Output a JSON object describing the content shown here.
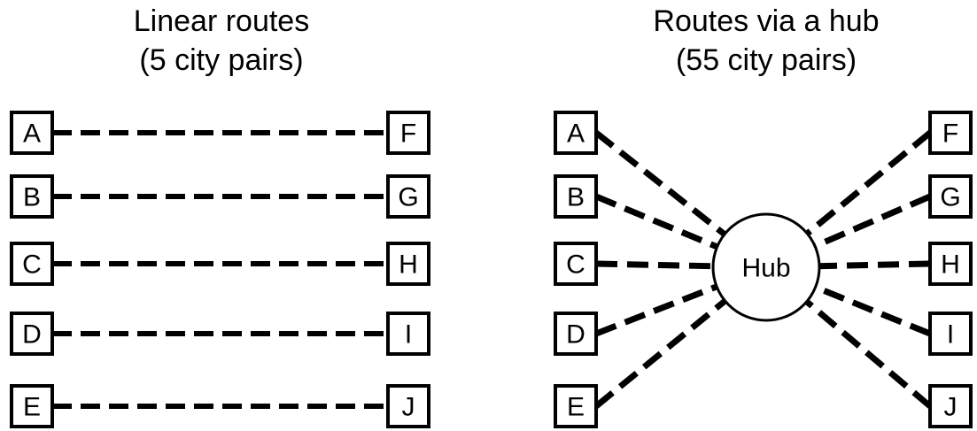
{
  "left_panel": {
    "title_line1": "Linear routes",
    "title_line2": "(5 city pairs)",
    "left_nodes": [
      "A",
      "B",
      "C",
      "D",
      "E"
    ],
    "right_nodes": [
      "F",
      "G",
      "H",
      "I",
      "J"
    ]
  },
  "right_panel": {
    "title_line1": "Routes via a hub",
    "title_line2": "(55 city pairs)",
    "left_nodes": [
      "A",
      "B",
      "C",
      "D",
      "E"
    ],
    "right_nodes": [
      "F",
      "G",
      "H",
      "I",
      "J"
    ],
    "hub_label": "Hub"
  },
  "style": {
    "line_color": "#000000",
    "background": "#ffffff"
  }
}
